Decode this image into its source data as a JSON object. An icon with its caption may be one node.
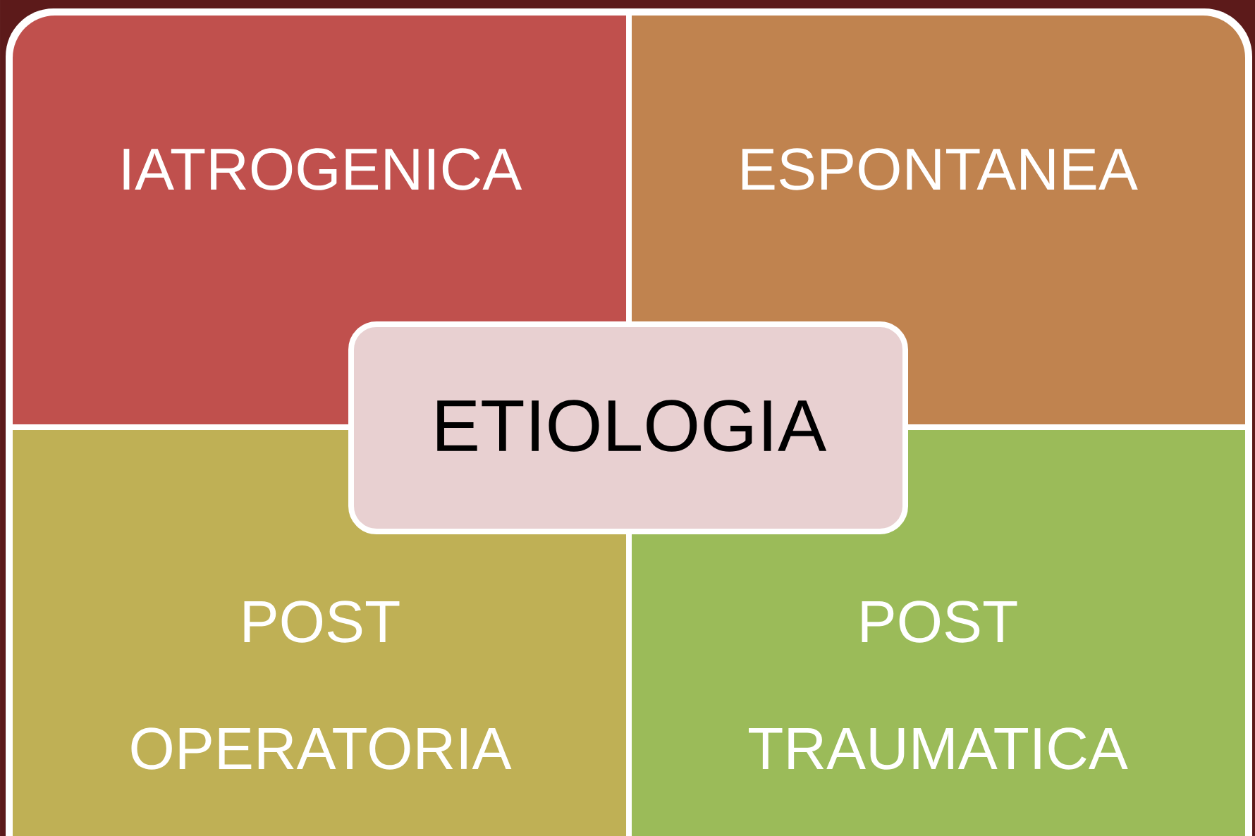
{
  "diagram": {
    "nodes": [
      {
        "text": [
          "IATROGENICA"
        ]
      },
      {
        "text": [
          "ESPONTANEA"
        ]
      },
      {
        "text": [
          "ETIOLOGIA"
        ]
      },
      {
        "text": [
          "POST OPERATORIA"
        ]
      },
      {
        "text": [
          "POST TRAUMATICA"
        ]
      }
    ]
  }
}
